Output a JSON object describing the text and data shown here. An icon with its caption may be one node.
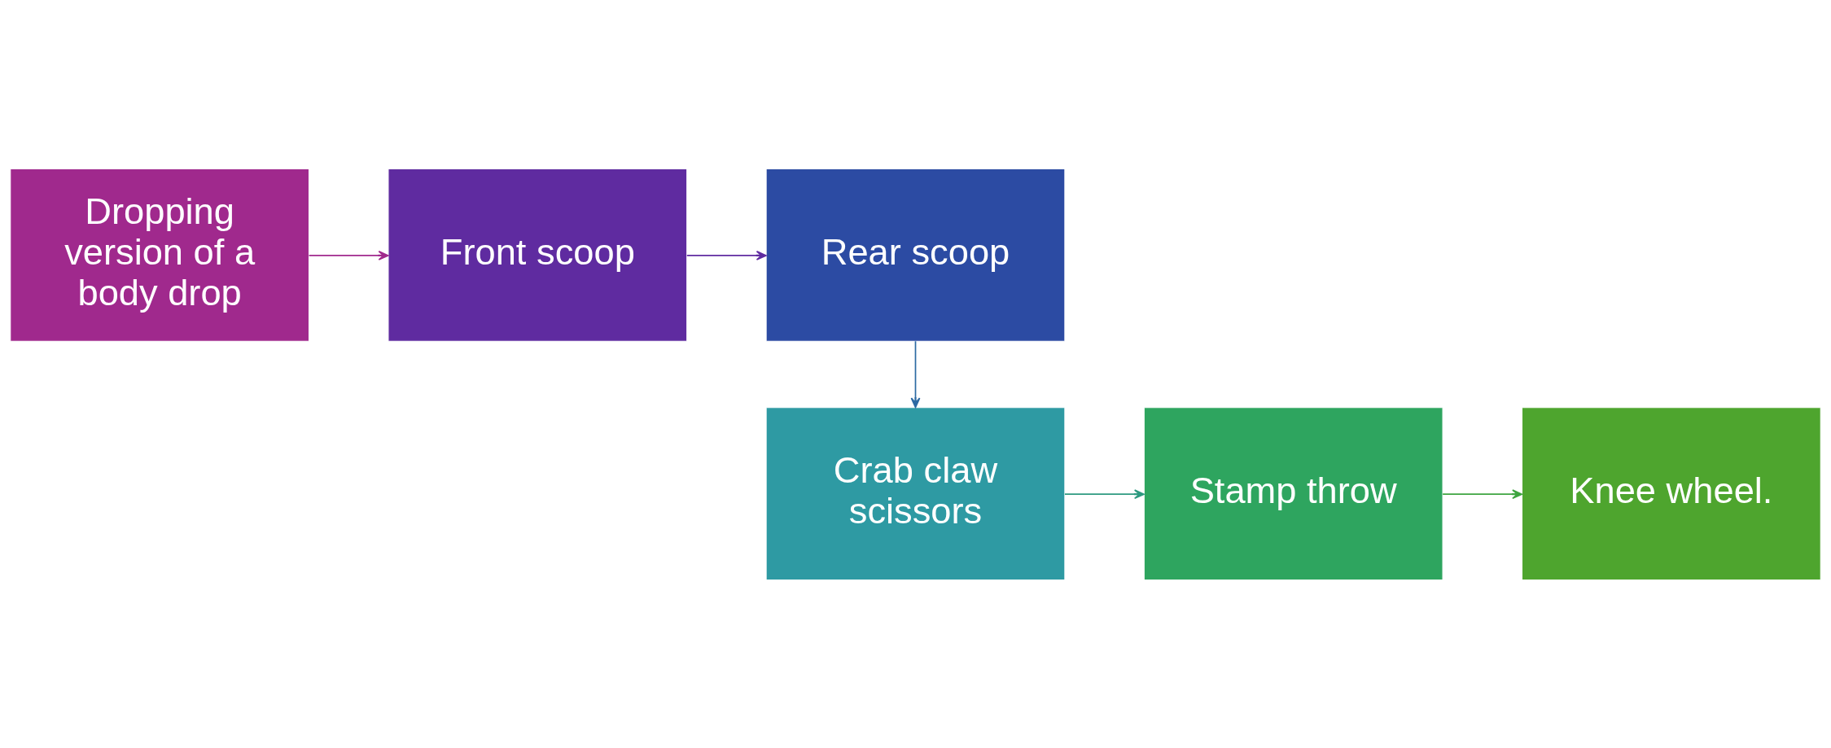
{
  "diagram": {
    "nodes": [
      {
        "text": [
          "Dropping version of a body drop"
        ]
      },
      {
        "text": [
          "Front scoop"
        ]
      },
      {
        "text": [
          "Rear scoop"
        ]
      },
      {
        "text": [
          "Crab claw scissors"
        ]
      },
      {
        "text": [
          "Stamp throw"
        ]
      },
      {
        "text": [
          "Knee wheel."
        ]
      }
    ],
    "edges": [
      {
        "from": 0,
        "to": 1,
        "arrow": "to",
        "color": "#a0298d"
      },
      {
        "from": 1,
        "to": 2,
        "arrow": "to",
        "color": "#5f2ba0"
      },
      {
        "from": 2,
        "to": 3,
        "arrow": "to",
        "color": "#2d6aa3"
      },
      {
        "from": 3,
        "to": 4,
        "arrow": "to",
        "color": "#2e9a80"
      },
      {
        "from": 4,
        "to": 5,
        "arrow": "to",
        "color": "#3ea540"
      }
    ]
  }
}
